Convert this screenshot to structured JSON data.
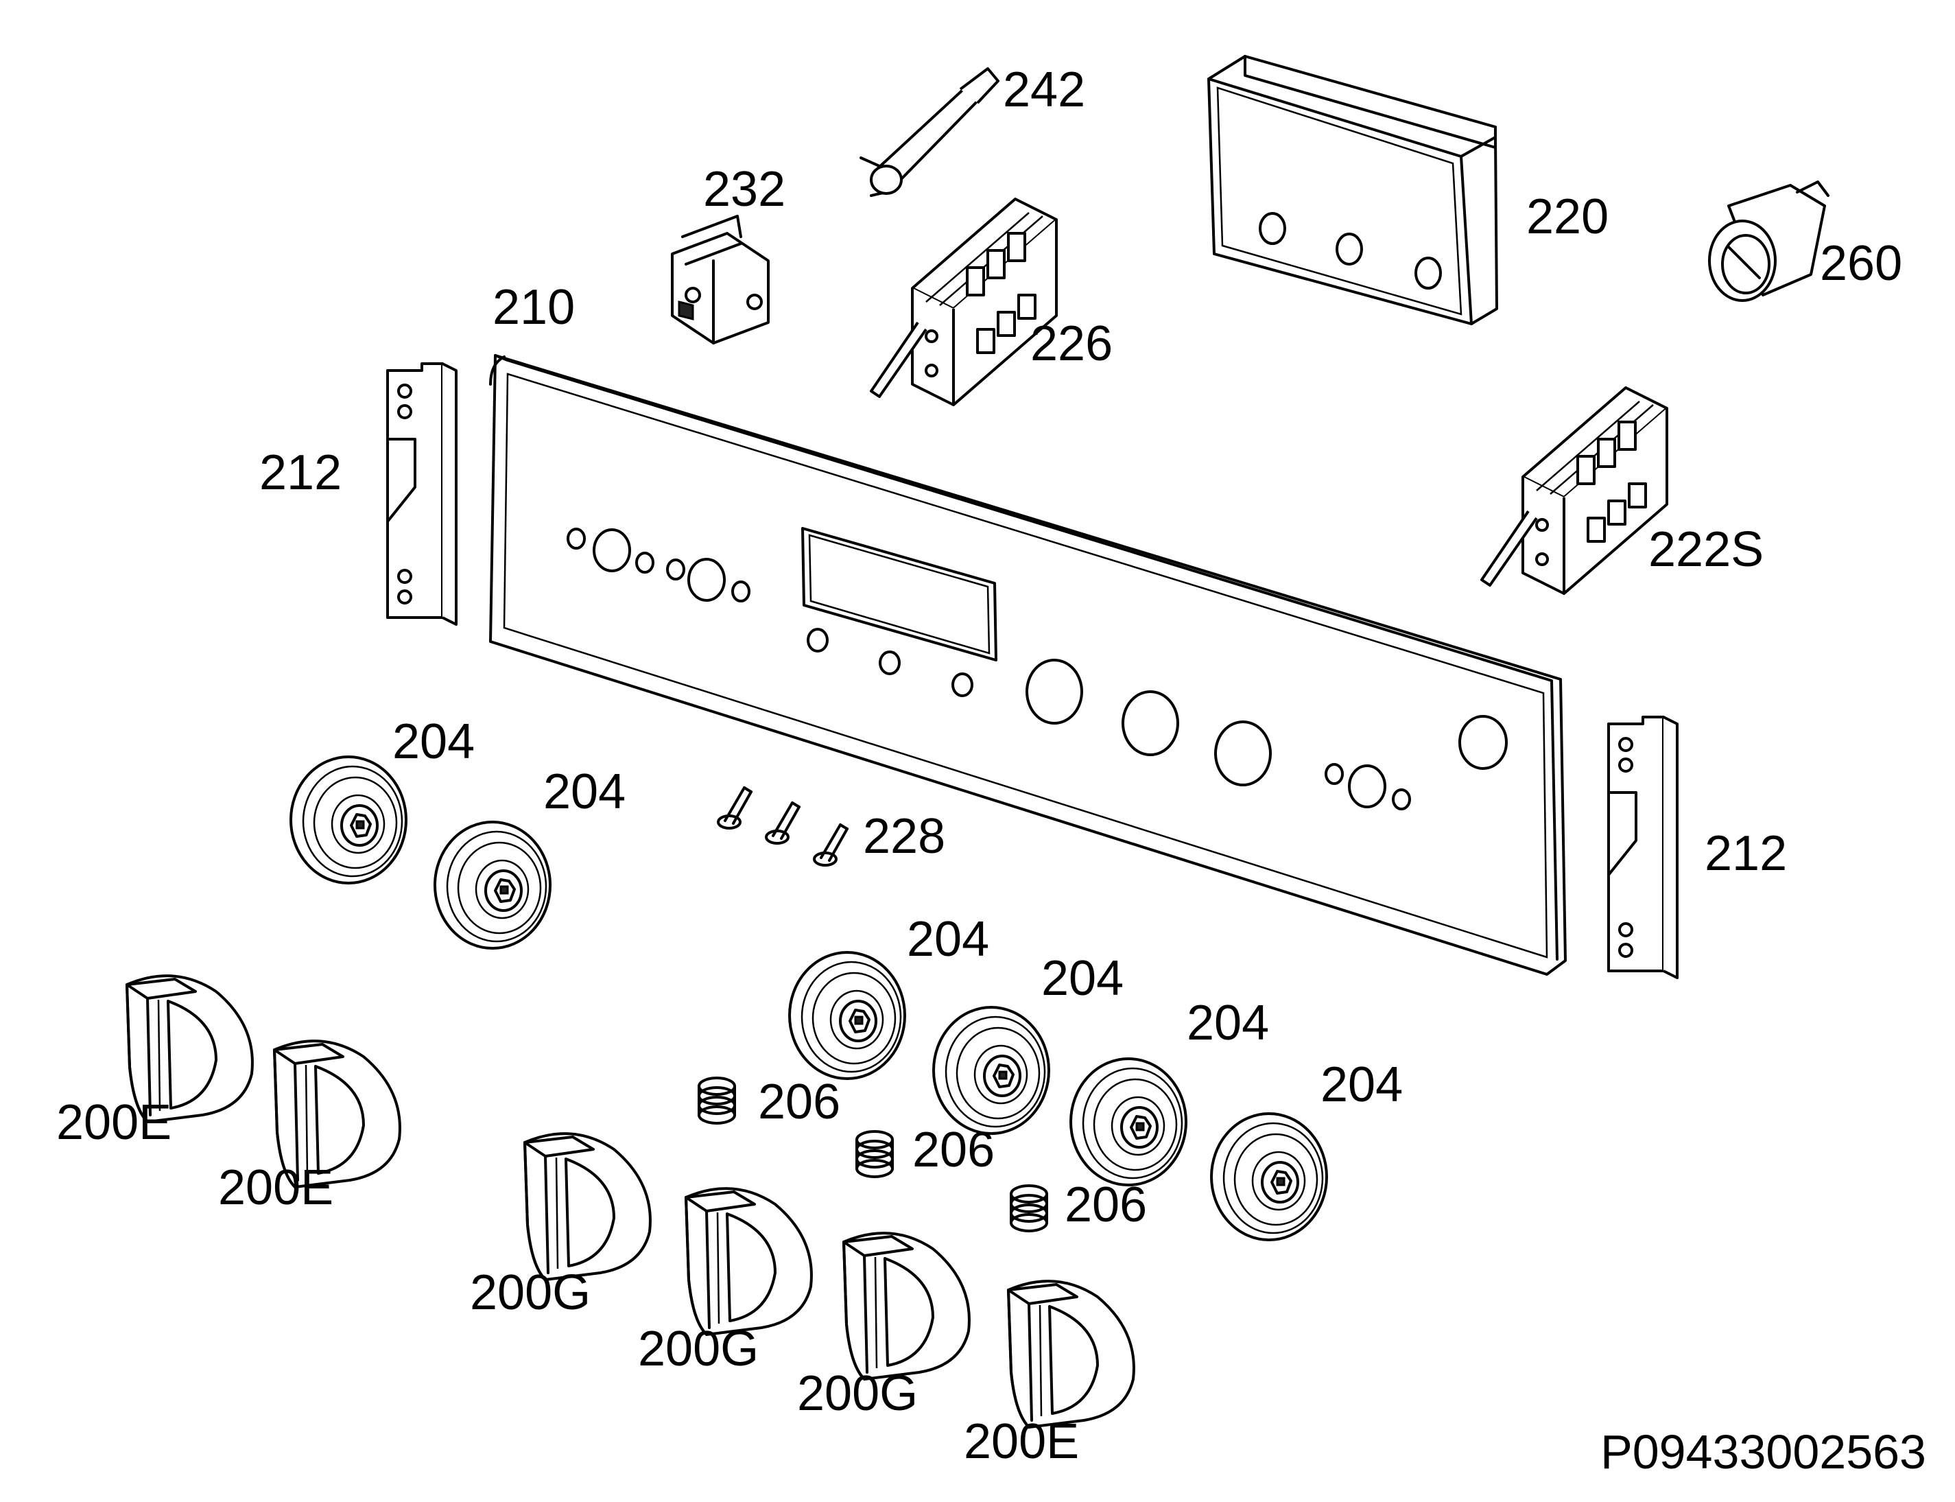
{
  "diagram": {
    "drawing_code": "P09433002563",
    "parts": [
      {
        "id": "p242",
        "label": "242"
      },
      {
        "id": "p220",
        "label": "220"
      },
      {
        "id": "p232",
        "label": "232"
      },
      {
        "id": "p260",
        "label": "260"
      },
      {
        "id": "p210",
        "label": "210"
      },
      {
        "id": "p226",
        "label": "226"
      },
      {
        "id": "p212a",
        "label": "212"
      },
      {
        "id": "p222s",
        "label": "222S"
      },
      {
        "id": "p204a",
        "label": "204"
      },
      {
        "id": "p204b",
        "label": "204"
      },
      {
        "id": "p228",
        "label": "228"
      },
      {
        "id": "p212b",
        "label": "212"
      },
      {
        "id": "p204c",
        "label": "204"
      },
      {
        "id": "p204d",
        "label": "204"
      },
      {
        "id": "p204e",
        "label": "204"
      },
      {
        "id": "p204f",
        "label": "204"
      },
      {
        "id": "p206a",
        "label": "206"
      },
      {
        "id": "p206b",
        "label": "206"
      },
      {
        "id": "p206c",
        "label": "206"
      },
      {
        "id": "p200e1",
        "label": "200E"
      },
      {
        "id": "p200e2",
        "label": "200E"
      },
      {
        "id": "p200g1",
        "label": "200G"
      },
      {
        "id": "p200g2",
        "label": "200G"
      },
      {
        "id": "p200g3",
        "label": "200G"
      },
      {
        "id": "p200e3",
        "label": "200E"
      }
    ]
  }
}
